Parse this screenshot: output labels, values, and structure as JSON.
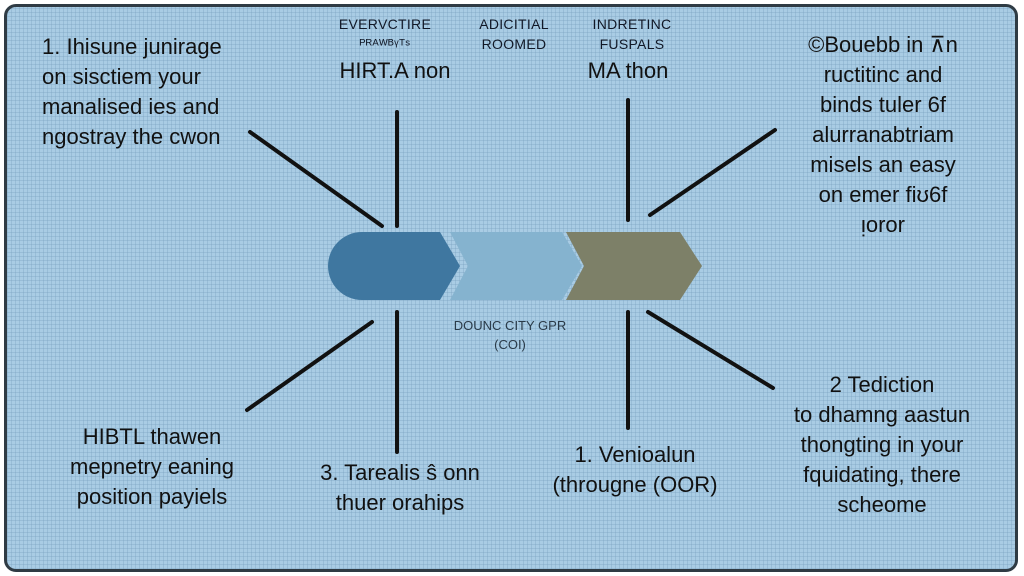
{
  "diagram": {
    "chevrons": [
      {
        "line1": "EVERVCTIRE",
        "line2": "ᴾᴿᴬᵂᴮᵞᵀˢ",
        "color": "#3f77a0",
        "text_color": "#111827"
      },
      {
        "line1": "ADICITIAL",
        "line2": "ROOMED",
        "color": "#85b3cf",
        "text_color": "#111827"
      },
      {
        "line1": "INDRETINC",
        "line2": "FUSPALS",
        "color": "#7d8068",
        "text_color": "#111827"
      }
    ],
    "center_caption": {
      "line1": "DOUNC CITY GPR",
      "line2": "(COI)"
    },
    "top_left": [
      "1. Ihisune junirage",
      "on sisctiem your",
      "manalised ies and",
      "ngostray the cwon"
    ],
    "top_center_left": [
      "HIRT.A non"
    ],
    "top_center_right": [
      "MA thon"
    ],
    "top_right": [
      "©Bouebb in ⊼n",
      "ructitinc and",
      "binds tuler 6f",
      "alurranabtriam",
      "misels an easy",
      "on emer fiʊ6f",
      "ᴉoror"
    ],
    "bottom_left": [
      "HIBTL thawen",
      "mepnetry eaning",
      "position payiels"
    ],
    "bottom_center_left": [
      "3. Tarealis ŝ onn",
      "thuer orahips"
    ],
    "bottom_center_right": [
      "1. Venioalun",
      "(througne (OOR)"
    ],
    "bottom_right": [
      "2 Tediction",
      "to dhamng aastun",
      "thongting in your",
      "fquidating, there",
      "scheome"
    ],
    "colors": {
      "background": "#a9cce4",
      "frame": "#2f3b44",
      "connector": "#111111"
    }
  }
}
